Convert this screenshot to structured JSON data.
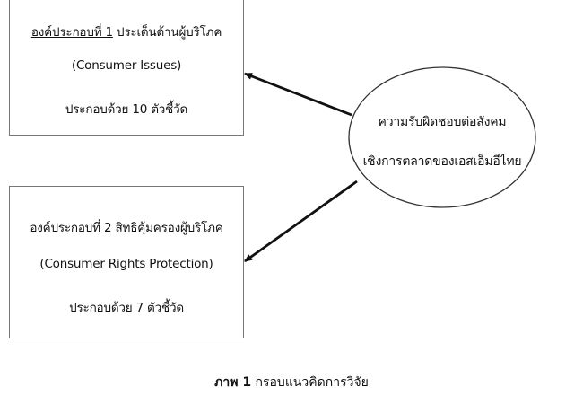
{
  "component_1": {
    "label": "องค์ประกอบที่ 1",
    "title": " ประเด็นด้านผู้บริโภค",
    "english": "(Consumer Issues)",
    "indicators": "ประกอบด้วย 10 ตัวชี้วัด"
  },
  "component_2": {
    "label": "องค์ประกอบที่ 2",
    "title": " สิทธิคุ้มครองผู้บริโภค",
    "english": "(Consumer Rights Protection)",
    "indicators": "ประกอบด้วย 7 ตัวชี้วัด"
  },
  "central_concept": {
    "line1": "ความรับผิดชอบต่อสังคม",
    "line2": "เชิงการตลาดของเอสเอ็มอีไทย"
  },
  "caption": {
    "label": "ภาพ 1",
    "text": " กรอบแนวคิดการวิจัย"
  }
}
